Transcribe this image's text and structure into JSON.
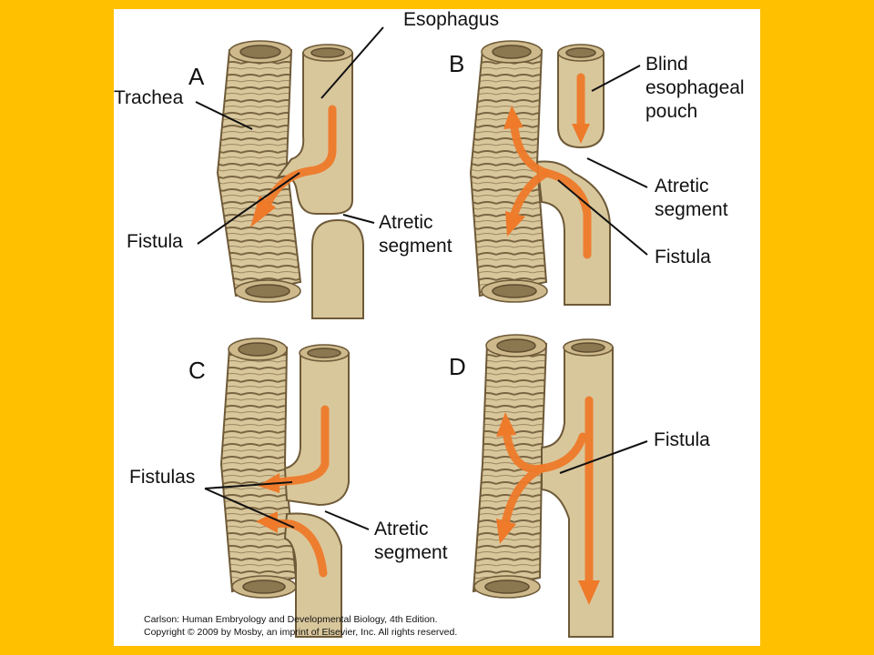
{
  "panels": {
    "a": {
      "letter": "A",
      "labels": {
        "esophagus": "Esophagus",
        "trachea": "Trachea",
        "fistula": "Fistula",
        "atretic_1": "Atretic",
        "atretic_2": "segment"
      }
    },
    "b": {
      "letter": "B",
      "labels": {
        "blind_1": "Blind",
        "blind_2": "esophageal",
        "blind_3": "pouch",
        "atretic_1": "Atretic",
        "atretic_2": "segment",
        "fistula": "Fistula"
      }
    },
    "c": {
      "letter": "C",
      "labels": {
        "fistulas": "Fistulas",
        "atretic_1": "Atretic",
        "atretic_2": "segment"
      }
    },
    "d": {
      "letter": "D",
      "labels": {
        "fistula": "Fistula"
      }
    }
  },
  "credit": {
    "line1": "Carlson: Human Embryology and Developmental Biology, 4th Edition.",
    "line2": "Copyright © 2009 by Mosby, an imprint of Elsevier, Inc. All rights reserved."
  },
  "colors": {
    "background": "#FFC000",
    "panel": "#FFFFFF",
    "tissue": "#D9C79C",
    "flow_arrow": "#EE7A2A"
  }
}
